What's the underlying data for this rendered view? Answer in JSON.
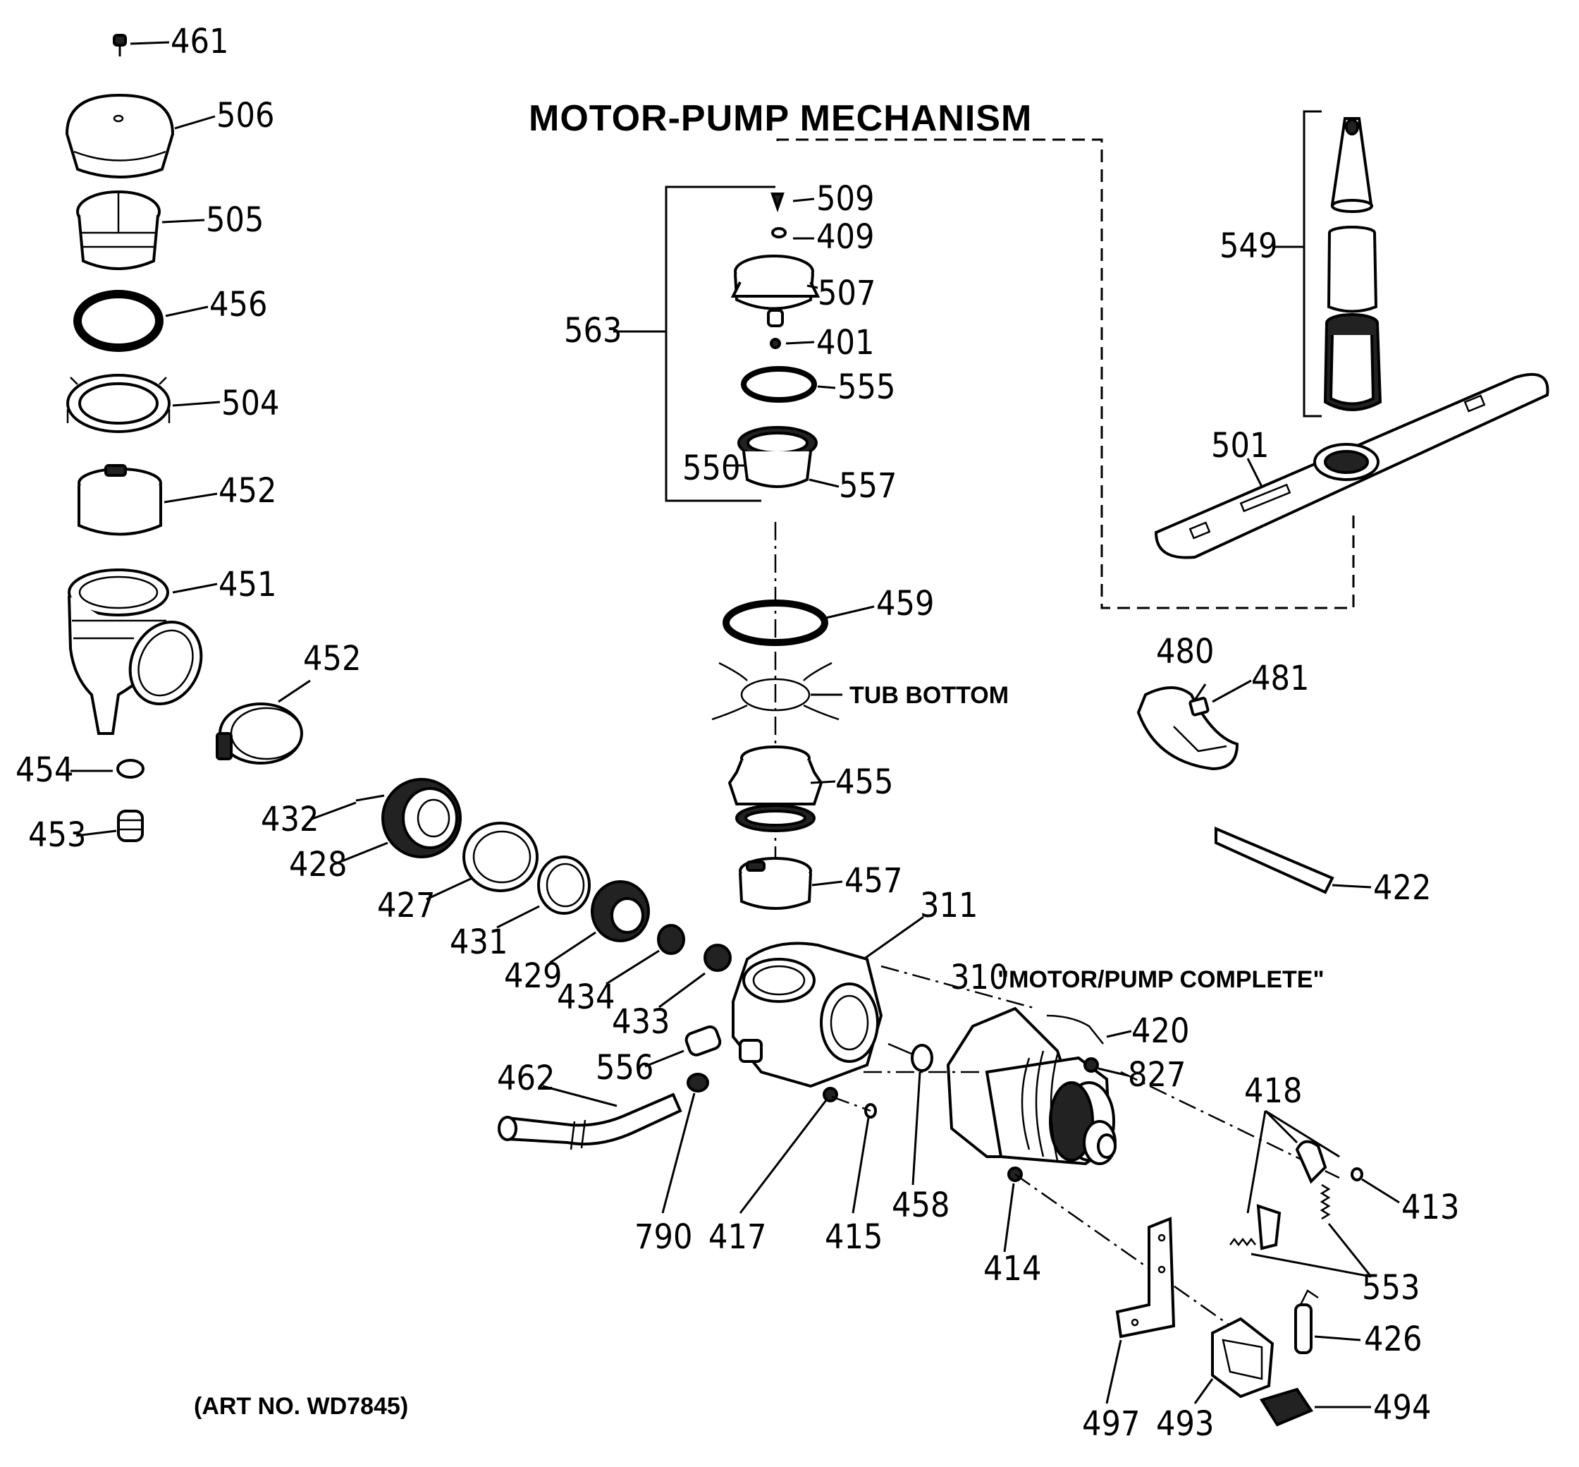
{
  "title": "MOTOR-PUMP MECHANISM",
  "art_no": "(ART NO. WD7845)",
  "callouts": {
    "tub_bottom": "TUB BOTTOM",
    "motor_pump_complete": "\"MOTOR/PUMP COMPLETE\""
  },
  "parts": {
    "p461": "461",
    "p506": "506",
    "p505": "505",
    "p456": "456",
    "p504": "504",
    "p452a": "452",
    "p451": "451",
    "p452b": "452",
    "p454": "454",
    "p453": "453",
    "p432": "432",
    "p428": "428",
    "p427": "427",
    "p431": "431",
    "p429": "429",
    "p434": "434",
    "p433": "433",
    "p556": "556",
    "p462": "462",
    "p790": "790",
    "p417": "417",
    "p415": "415",
    "p458": "458",
    "p414": "414",
    "p311": "311",
    "p310": "310",
    "p420": "420",
    "p827": "827",
    "p509": "509",
    "p409": "409",
    "p507": "507",
    "p401": "401",
    "p555": "555",
    "p550": "550",
    "p557": "557",
    "p563": "563",
    "p459": "459",
    "p455": "455",
    "p457": "457",
    "p549": "549",
    "p501": "501",
    "p480": "480",
    "p481": "481",
    "p422": "422",
    "p418": "418",
    "p413": "413",
    "p553": "553",
    "p426": "426",
    "p494": "494",
    "p493": "493",
    "p497": "497"
  }
}
